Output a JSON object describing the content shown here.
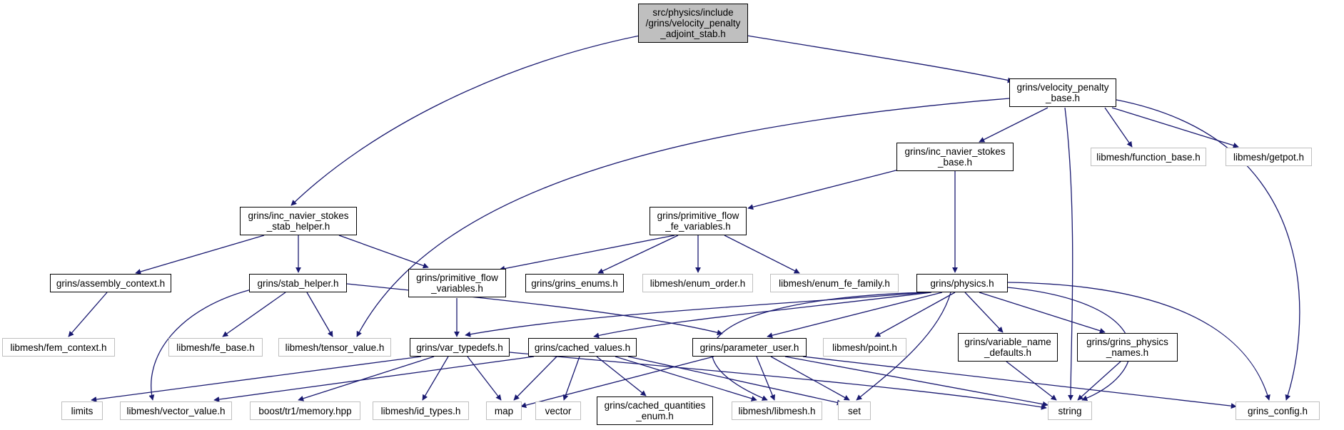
{
  "colors": {
    "edge": "#191970",
    "root_fill": "#bfbfbf",
    "node_border": "#000000",
    "external_border": "#bfbfbf"
  },
  "nodes": {
    "root": "src/physics/include\n/grins/velocity_penalty\n_adjoint_stab.h",
    "velocity_penalty_base": "grins/velocity_penalty\n_base.h",
    "inc_navier_stokes_stab_helper": "grins/inc_navier_stokes\n_stab_helper.h",
    "inc_navier_stokes_base": "grins/inc_navier_stokes\n_base.h",
    "function_base": "libmesh/function_base.h",
    "getpot": "libmesh/getpot.h",
    "primitive_flow_fe_variables": "grins/primitive_flow\n_fe_variables.h",
    "assembly_context": "grins/assembly_context.h",
    "stab_helper": "grins/stab_helper.h",
    "primitive_flow_variables": "grins/primitive_flow\n_variables.h",
    "grins_enums": "grins/grins_enums.h",
    "enum_order": "libmesh/enum_order.h",
    "enum_fe_family": "libmesh/enum_fe_family.h",
    "physics": "grins/physics.h",
    "fem_context": "libmesh/fem_context.h",
    "fe_base": "libmesh/fe_base.h",
    "tensor_value": "libmesh/tensor_value.h",
    "var_typedefs": "grins/var_typedefs.h",
    "cached_values": "grins/cached_values.h",
    "parameter_user": "grins/parameter_user.h",
    "point": "libmesh/point.h",
    "variable_name_defaults": "grins/variable_name\n_defaults.h",
    "grins_physics_names": "grins/grins_physics\n_names.h",
    "limits": "limits",
    "vector_value": "libmesh/vector_value.h",
    "memory": "boost/tr1/memory.hpp",
    "id_types": "libmesh/id_types.h",
    "map": "map",
    "vector": "vector",
    "cached_quantities_enum": "grins/cached_quantities\n_enum.h",
    "libmesh": "libmesh/libmesh.h",
    "set": "set",
    "string": "string",
    "grins_config": "grins_config.h"
  }
}
